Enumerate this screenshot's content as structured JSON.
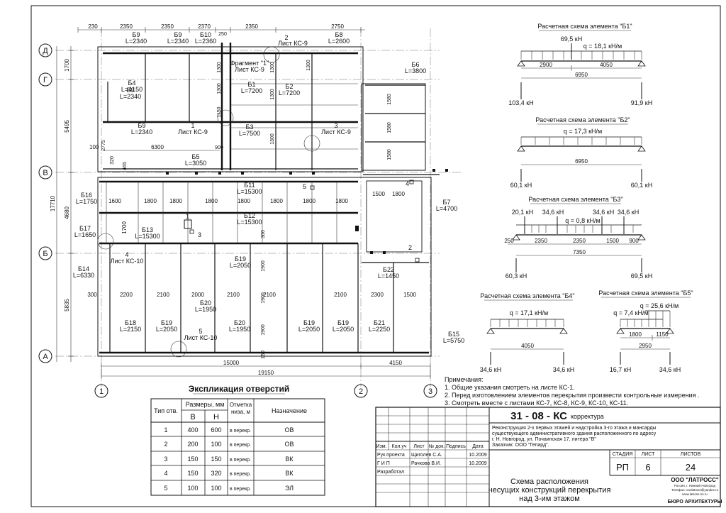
{
  "plan": {
    "axes_letters": [
      "Д",
      "Г",
      "В",
      "Б",
      "А"
    ],
    "axes_numbers": [
      "1",
      "2",
      "3"
    ],
    "top_dims": [
      "230",
      "2350",
      "2350",
      "2370",
      "250",
      "2350",
      "2750"
    ],
    "top_dim_250": "250",
    "left_dims": [
      "1700",
      "5495",
      "4680",
      "5835"
    ],
    "left_total": "17710",
    "bottom_dims": [
      "15000",
      "4150"
    ],
    "bottom_total": "19150",
    "inner_dims": [
      "100",
      "2775",
      "6300",
      "900",
      "320",
      "465",
      "1600",
      "1800",
      "1800",
      "1800",
      "1800",
      "1800",
      "1800",
      "1800",
      "1700",
      "300",
      "2200",
      "2100",
      "2000",
      "2100",
      "2100",
      "2100",
      "2300",
      "1500",
      "1580",
      "1580",
      "1580",
      "1300",
      "1300",
      "1300",
      "1300",
      "1300",
      "1150",
      "1900",
      "1900",
      "1900",
      "1500",
      "150",
      "300",
      "1300",
      "1800"
    ],
    "labels": [
      {
        "id": "b9a",
        "t1": "Б9",
        "t2": "L=2340"
      },
      {
        "id": "b9b",
        "t1": "Б9",
        "t2": "L=2340"
      },
      {
        "id": "b10",
        "t1": "Б10",
        "t2": "L=2360"
      },
      {
        "id": "b8",
        "t1": "Б8",
        "t2": "L=2600"
      },
      {
        "id": "b6",
        "t1": "Б6",
        "t2": "L=3800"
      },
      {
        "id": "b4",
        "t1": "Б4",
        "t2": "L=4150"
      },
      {
        "id": "b1",
        "t1": "Б1",
        "t2": "L=7200"
      },
      {
        "id": "b9c",
        "t1": "Б9",
        "t2": "L=2340"
      },
      {
        "id": "b2",
        "t1": "Б2",
        "t2": "L=7200"
      },
      {
        "id": "b3",
        "t1": "Б3",
        "t2": "L=7500"
      },
      {
        "id": "b9d",
        "t1": "Б9",
        "t2": "L=2340"
      },
      {
        "id": "b5",
        "t1": "Б5",
        "t2": "L=3050"
      },
      {
        "id": "b11",
        "t1": "Б11",
        "t2": "L=15300"
      },
      {
        "id": "b16",
        "t1": "Б16",
        "t2": "L=1750"
      },
      {
        "id": "b17",
        "t1": "Б17",
        "t2": "L=1650"
      },
      {
        "id": "b12",
        "t1": "Б12",
        "t2": "L=15300"
      },
      {
        "id": "b13",
        "t1": "Б13",
        "t2": "L=15300"
      },
      {
        "id": "b7",
        "t1": "Б7",
        "t2": "L=4700"
      },
      {
        "id": "b14",
        "t1": "Б14",
        "t2": "L=6330"
      },
      {
        "id": "b19a",
        "t1": "Б19",
        "t2": "L=2050"
      },
      {
        "id": "b22",
        "t1": "Б22",
        "t2": "L=1450"
      },
      {
        "id": "b20a",
        "t1": "Б20",
        "t2": "L=1950"
      },
      {
        "id": "b18",
        "t1": "Б18",
        "t2": "L=2150"
      },
      {
        "id": "b19b",
        "t1": "Б19",
        "t2": "L=2050"
      },
      {
        "id": "b20b",
        "t1": "Б20",
        "t2": "L=1950"
      },
      {
        "id": "b19c",
        "t1": "Б19",
        "t2": "L=2050"
      },
      {
        "id": "b19d",
        "t1": "Б19",
        "t2": "L=2050"
      },
      {
        "id": "b21",
        "t1": "Б21",
        "t2": "L=2250"
      },
      {
        "id": "b15",
        "t1": "Б15",
        "t2": "L=5750"
      }
    ],
    "callouts": {
      "ks9_top_num": "2",
      "ks9_top": "Лист КС-9",
      "fragment": "Фрагмент \"1\"",
      "fragment_sheet": "Лист КС-9",
      "c1_num": "1",
      "c1_sheet": "Лист КС-9",
      "c3_num": "3",
      "c3_sheet": "Лист КС-9",
      "c4_num": "4",
      "c4_sheet": "Лист КС-10",
      "c5_num": "5",
      "c5_sheet": "Лист КС-10",
      "open1": "1",
      "open3": "3",
      "open5": "5",
      "open4": "4",
      "open2": "2"
    }
  },
  "schemes": {
    "b1": {
      "title": "Расчетная схема элемента \"Б1\"",
      "point": "69,5 кН",
      "q": "q = 18,1 кН/м",
      "d1": "2900",
      "d2": "4050",
      "span": "6950",
      "ra": "103,4 кН",
      "rb": "91,9 кН"
    },
    "b2": {
      "title": "Расчетная схема элемента \"Б2\"",
      "q": "q = 17,3 кН/м",
      "span": "6950",
      "ra": "60,1 кН",
      "rb": "60,1 кН"
    },
    "b3": {
      "title": "Расчетная схема элемента \"Б3\"",
      "p1": "20,1 кН",
      "p2": "34,6 кН",
      "p3": "34,6 кН",
      "p4": "34,6 кН",
      "q": "q = 0,8 кН/м",
      "d": [
        "250",
        "2350",
        "2350",
        "1500",
        "900"
      ],
      "span": "7350",
      "ra": "60,3 кН",
      "rb": "69,5 кН"
    },
    "b4": {
      "title": "Расчетная схема элемента \"Б4\"",
      "q": "q = 17,1 кН/м",
      "span": "4050",
      "ra": "34,6 кН",
      "rb": "34,6 кН"
    },
    "b5": {
      "title": "Расчетная схема элемента \"Б5\"",
      "q1": "q = 25,6 кН/м",
      "q2": "q = 7,4 кН/м",
      "d1": "1800",
      "d2": "1150",
      "span": "2950",
      "ra": "16,7 кН",
      "rb": "34,6 кН"
    }
  },
  "openings": {
    "title": "Экспликация отверстий",
    "col_type": "Тип отв.",
    "col_sizes": "Размеры, мм",
    "col_b": "В",
    "col_h": "Н",
    "col_mark": "Отметка низа, м",
    "col_purpose": "Назначение",
    "rows": [
      {
        "type": "1",
        "b": "400",
        "h": "600",
        "mark": "в перекр.",
        "purpose": "ОВ"
      },
      {
        "type": "2",
        "b": "200",
        "h": "100",
        "mark": "в перекр.",
        "purpose": "ОВ"
      },
      {
        "type": "3",
        "b": "150",
        "h": "150",
        "mark": "в перекр.",
        "purpose": "ВК"
      },
      {
        "type": "4",
        "b": "150",
        "h": "320",
        "mark": "в перекр.",
        "purpose": "ВК"
      },
      {
        "type": "5",
        "b": "100",
        "h": "100",
        "mark": "в перекр.",
        "purpose": "ЭЛ"
      }
    ]
  },
  "notes": {
    "title": "Примечания:",
    "lines": [
      "1. Общие указания смотреть на листе КС-1.",
      "2. Перед изготовлением элементов перекрытия произвести контрольные измерения .",
      "3. Смотреть вместе с листами КС-7, КС-8, КС-9, КС-10, КС-11."
    ]
  },
  "stamp": {
    "code": "31 - 08 - КС",
    "code_suffix": "корректура",
    "desc": [
      "Реконструкция 2-х первых этажей и надстройка 3-го этажа и мансарды",
      "существующего административного здания расположенного по адресу",
      "г. Н. Новгород, ул. Почаинская 17, литера \"В\"",
      "Заказчик: ООО \"Гепард\"."
    ],
    "hdr": [
      "Изм.",
      "Кол.уч",
      "Лист",
      "№ док.",
      "Подпись",
      "Дата"
    ],
    "people": [
      {
        "role": "Рук.проекта",
        "name": "Щиголев С.А.",
        "date": "10.2009"
      },
      {
        "role": "Г И П",
        "name": "Рачкова В.И.",
        "date": "10.2009"
      },
      {
        "role": "Разработал",
        "name": "",
        "date": ""
      }
    ],
    "stage_label": "СТАДИЯ",
    "sheet_label": "ЛИСТ",
    "sheets_label": "ЛИСТОВ",
    "stage": "РП",
    "sheet": "6",
    "sheets": "24",
    "drawing_title": [
      "Схема расположения",
      "несущих конструкций перекрытия",
      "над 3-им этажом"
    ],
    "company": "ООО \"ЛАТРОСС\"",
    "company_sub": [
      "Россия, г. Нижний Новгород",
      "Телефон: ooolatross@yandex.ru",
      "www.latross-nn.ru"
    ],
    "company_bottom": "БЮРО АРХИТЕКТУРЫ"
  }
}
